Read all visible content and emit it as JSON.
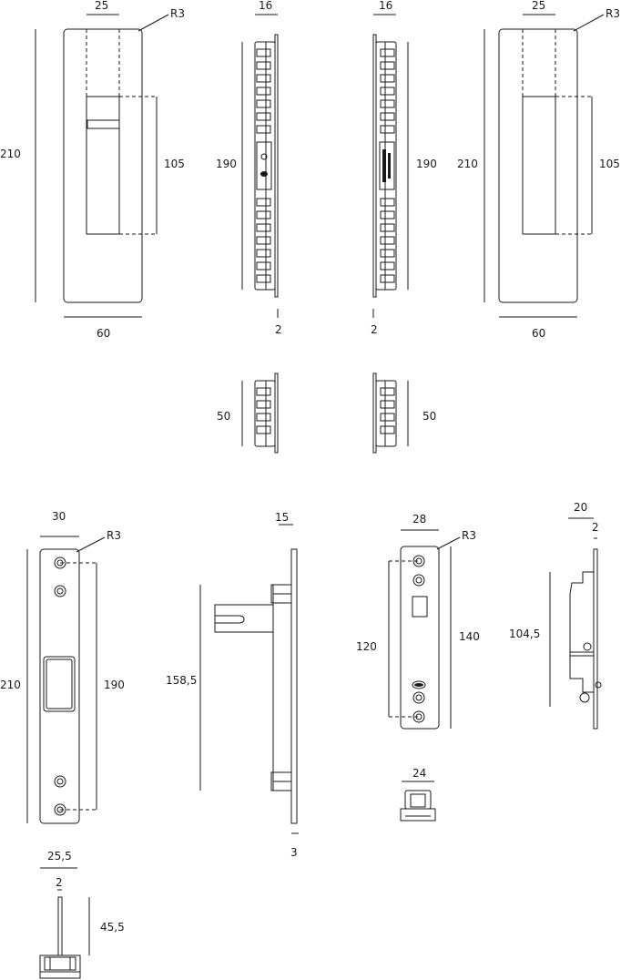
{
  "dimensions": {
    "d25a": "25",
    "r3a": "R3",
    "d16a": "16",
    "d16b": "16",
    "d25b": "25",
    "r3b": "R3",
    "d210a": "210",
    "d105a": "105",
    "d190a": "190",
    "d190b": "190",
    "d210b": "210",
    "d105b": "105",
    "d60a": "60",
    "d2a": "2",
    "d2b": "2",
    "d60b": "60",
    "d50a": "50",
    "d50b": "50",
    "d30": "30",
    "r3c": "R3",
    "d15": "15",
    "d28": "28",
    "r3d": "R3",
    "d20": "20",
    "d2c": "2",
    "d210c": "210",
    "d190c": "190",
    "d158": "158,5",
    "d120": "120",
    "d140": "140",
    "d1045": "104,5",
    "d3": "3",
    "d24": "24",
    "d255": "25,5",
    "d2d": "2",
    "d455": "45,5"
  }
}
